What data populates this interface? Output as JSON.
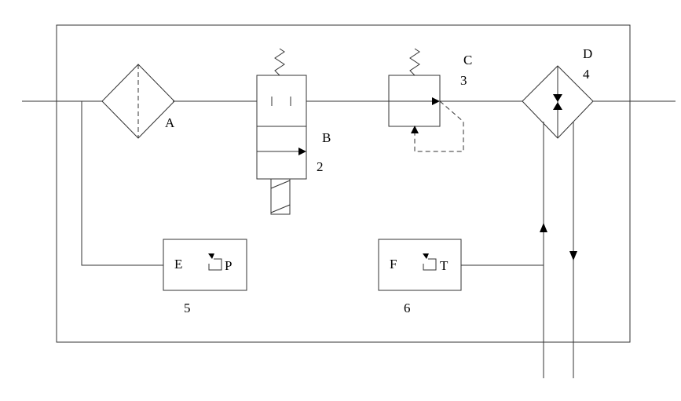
{
  "labels": {
    "filter": "A",
    "valve_2": "B",
    "valve_2_number": "2",
    "valve_3": "C",
    "valve_3_number": "3",
    "cooler": "D",
    "cooler_number": "4",
    "pressure_switch": "E",
    "pressure_switch_symbol": "P",
    "pressure_switch_number": "5",
    "temperature_switch": "F",
    "temperature_switch_symbol": "T",
    "temperature_switch_number": "6"
  }
}
